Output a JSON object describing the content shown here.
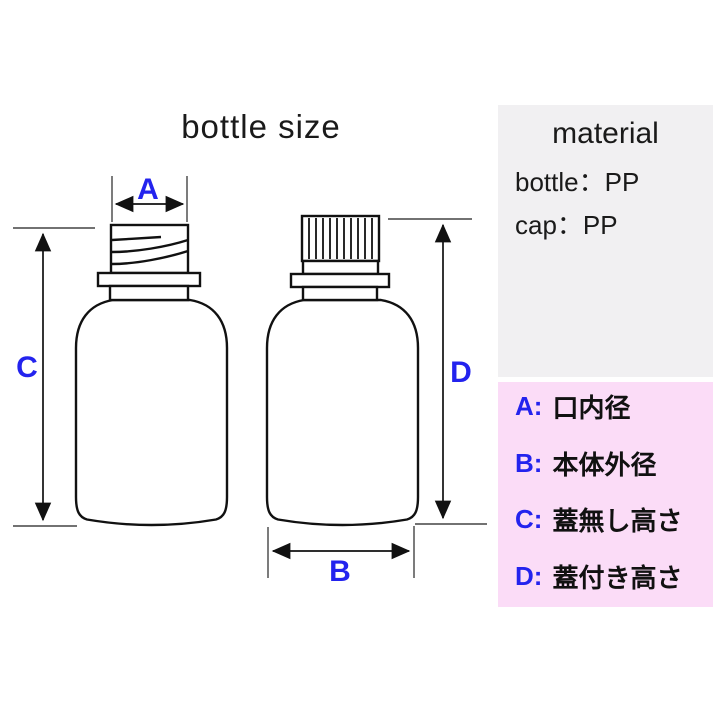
{
  "title": "bottle size",
  "diagram": {
    "labels": {
      "a": "A",
      "b": "B",
      "c": "C",
      "d": "D"
    }
  },
  "material_panel": {
    "heading": "material",
    "rows": [
      {
        "text": "bottle：PP"
      },
      {
        "text": "cap：PP"
      }
    ]
  },
  "legend_panel": {
    "items": [
      {
        "key": "A:",
        "label": "口内径"
      },
      {
        "key": "B:",
        "label": "本体外径"
      },
      {
        "key": "C:",
        "label": "蓋無し高さ"
      },
      {
        "key": "D:",
        "label": "蓋付き高さ"
      }
    ]
  },
  "colors": {
    "accent_blue": "#2323ee",
    "panel_gray": "#f1f0f2",
    "panel_pink": "#fbdcf7",
    "line_black": "#111111"
  }
}
